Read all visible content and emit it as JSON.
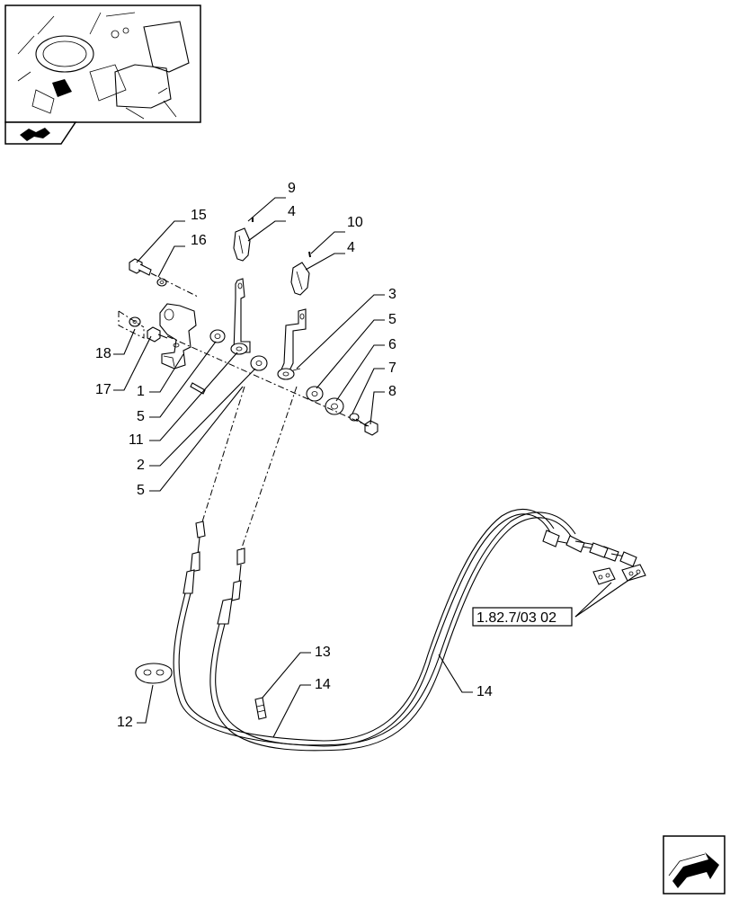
{
  "callouts": {
    "c1": "1",
    "c2": "2",
    "c3": "3",
    "c4a": "4",
    "c4b": "4",
    "c5a": "5",
    "c5b": "5",
    "c5c": "5",
    "c6": "6",
    "c7": "7",
    "c8": "8",
    "c9": "9",
    "c10": "10",
    "c11": "11",
    "c12": "12",
    "c13": "13",
    "c14a": "14",
    "c14b": "14",
    "c15": "15",
    "c16": "16",
    "c17": "17",
    "c18": "18"
  },
  "reference_box": "1.82.7/03 02",
  "icons": {
    "thumbnail": "tractor-cab-thumbnail-icon",
    "section": "section-tab-icon",
    "nav": "next-page-arrow-icon"
  }
}
